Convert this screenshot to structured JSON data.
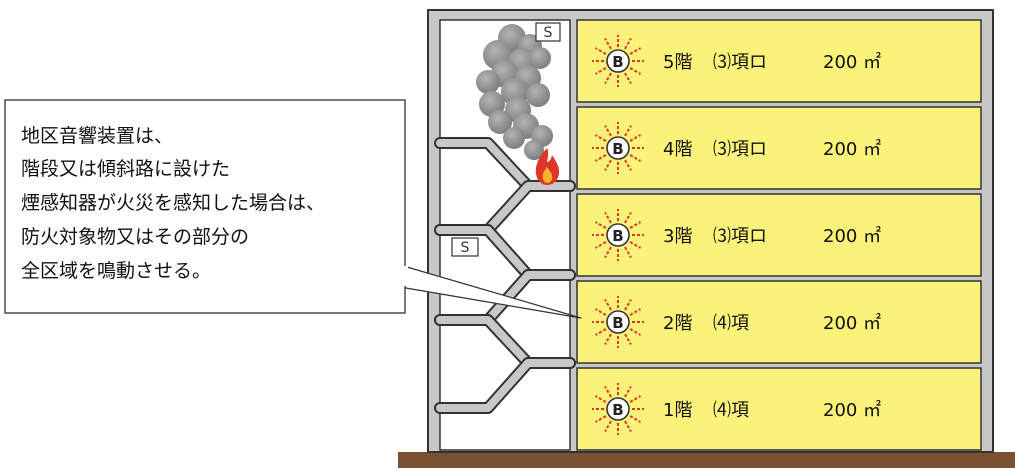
{
  "callout": {
    "lines": [
      "地区音響装置は、",
      "階段又は傾斜路に設けた",
      "煙感知器が火災を感知した場合は、",
      "防火対象物又はその部分の",
      "全区域を鳴動させる。"
    ]
  },
  "bell_symbol": "B",
  "detector_symbol": "S",
  "floors": [
    {
      "floor": "5階",
      "use": "⑶項ロ",
      "area": "200 ㎡"
    },
    {
      "floor": "4階",
      "use": "⑶項ロ",
      "area": "200 ㎡"
    },
    {
      "floor": "3階",
      "use": "⑶項ロ",
      "area": "200 ㎡"
    },
    {
      "floor": "2階",
      "use": "⑷項",
      "area": "200 ㎡"
    },
    {
      "floor": "1階",
      "use": "⑷項",
      "area": "200 ㎡"
    }
  ],
  "colors": {
    "floor_fill": "#fbf27a",
    "wall": "#c8c8c8",
    "outline": "#333333",
    "ground": "#7a5232",
    "alarm_red": "#e0362a",
    "smoke": "#8c8c8c"
  }
}
